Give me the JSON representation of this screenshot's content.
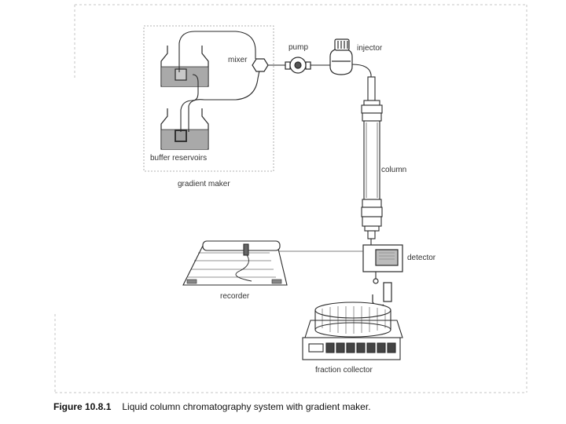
{
  "labels": {
    "pump": "pump",
    "injector": "injector",
    "mixer": "mixer",
    "buffer_reservoirs": "buffer reservoirs",
    "gradient_maker": "gradient maker",
    "column": "column",
    "detector": "detector",
    "recorder": "recorder",
    "fraction_collector": "fraction collector"
  },
  "caption": {
    "number": "Figure 10.8.1",
    "text": "Liquid column chromatography system with gradient maker."
  },
  "colors": {
    "line": "#2a2a2a",
    "liquid": "#a9a9a9",
    "frame": "#bdbdbd"
  }
}
